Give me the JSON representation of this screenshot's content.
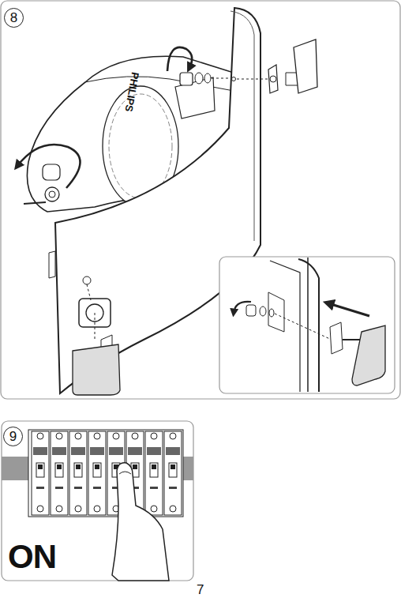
{
  "diagram": {
    "nodes": [
      {
        "text": [
          "8"
        ]
      },
      {
        "text": [
          "9"
        ]
      }
    ],
    "labels": [
      "PHILIPS",
      "ON",
      "7"
    ]
  }
}
